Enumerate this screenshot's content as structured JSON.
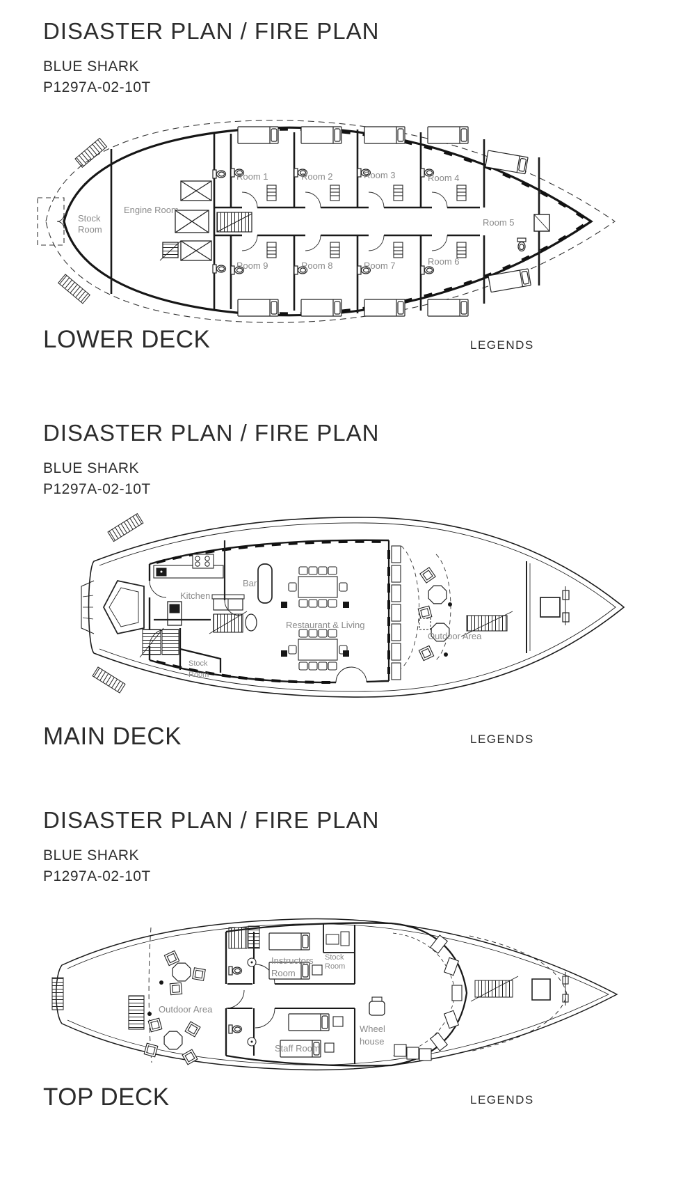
{
  "colors": {
    "line": "#1b1b1b",
    "label": "#8a8a8a",
    "heading": "#2d2d2d"
  },
  "document": {
    "sections": [
      {
        "title": "DISASTER PLAN / FIRE PLAN",
        "vessel_name": "BLUE SHARK",
        "plan_code": "P1297A-02-10T",
        "deck_label": "LOWER DECK",
        "legends_label": "LEGENDS",
        "rooms": {
          "stock_room": [
            "Stock",
            "Room"
          ],
          "engine_room": "Engine Room",
          "room_1": "Room 1",
          "room_2": "Room 2",
          "room_3": "Room 3",
          "room_4": "Room 4",
          "room_5": "Room 5",
          "room_6": "Room 6",
          "room_7": "Room 7",
          "room_8": "Room 8",
          "room_9": "Room 9"
        }
      },
      {
        "title": "DISASTER PLAN / FIRE PLAN",
        "vessel_name": "BLUE SHARK",
        "plan_code": "P1297A-02-10T",
        "deck_label": "MAIN DECK",
        "legends_label": "LEGENDS",
        "rooms": {
          "kitchen": "Kitchen",
          "bar": "Bar",
          "restaurant_living": "Restaurant & Living",
          "stock_room": [
            "Stock",
            "Room"
          ],
          "outdoor_area": "Outdoor Area"
        }
      },
      {
        "title": "DISASTER PLAN / FIRE PLAN",
        "vessel_name": "BLUE SHARK",
        "plan_code": "P1297A-02-10T",
        "deck_label": "TOP DECK",
        "legends_label": "LEGENDS",
        "rooms": {
          "outdoor_area": "Outdoor Area",
          "instructors_room": [
            "Instructors",
            "Room"
          ],
          "stock_room": [
            "Stock",
            "Room"
          ],
          "staff_room": "Staff Room",
          "wheel_house": [
            "Wheel",
            "house"
          ]
        }
      }
    ]
  }
}
